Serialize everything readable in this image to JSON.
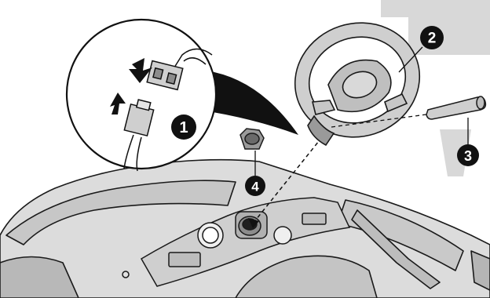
{
  "figure": {
    "kind": "assembly-instruction",
    "colors": {
      "line": "#1a1a1a",
      "body_fill": "#d9d9d9",
      "body_shadow": "#a9a9a9",
      "wheel_fill": "#cfcfcf",
      "badge_fill": "#111111",
      "watermark": "#d6d6d6"
    }
  },
  "callouts": [
    {
      "id": "1",
      "label": "1",
      "part": "wire-connector"
    },
    {
      "id": "2",
      "label": "2",
      "part": "steering-wheel"
    },
    {
      "id": "3",
      "label": "3",
      "part": "steering-shaft-handle"
    },
    {
      "id": "4",
      "label": "4",
      "part": "lock-nut"
    }
  ],
  "arrows": [
    {
      "name": "push-down-arrow",
      "direction": "down"
    },
    {
      "name": "push-up-arrow",
      "direction": "up"
    }
  ]
}
